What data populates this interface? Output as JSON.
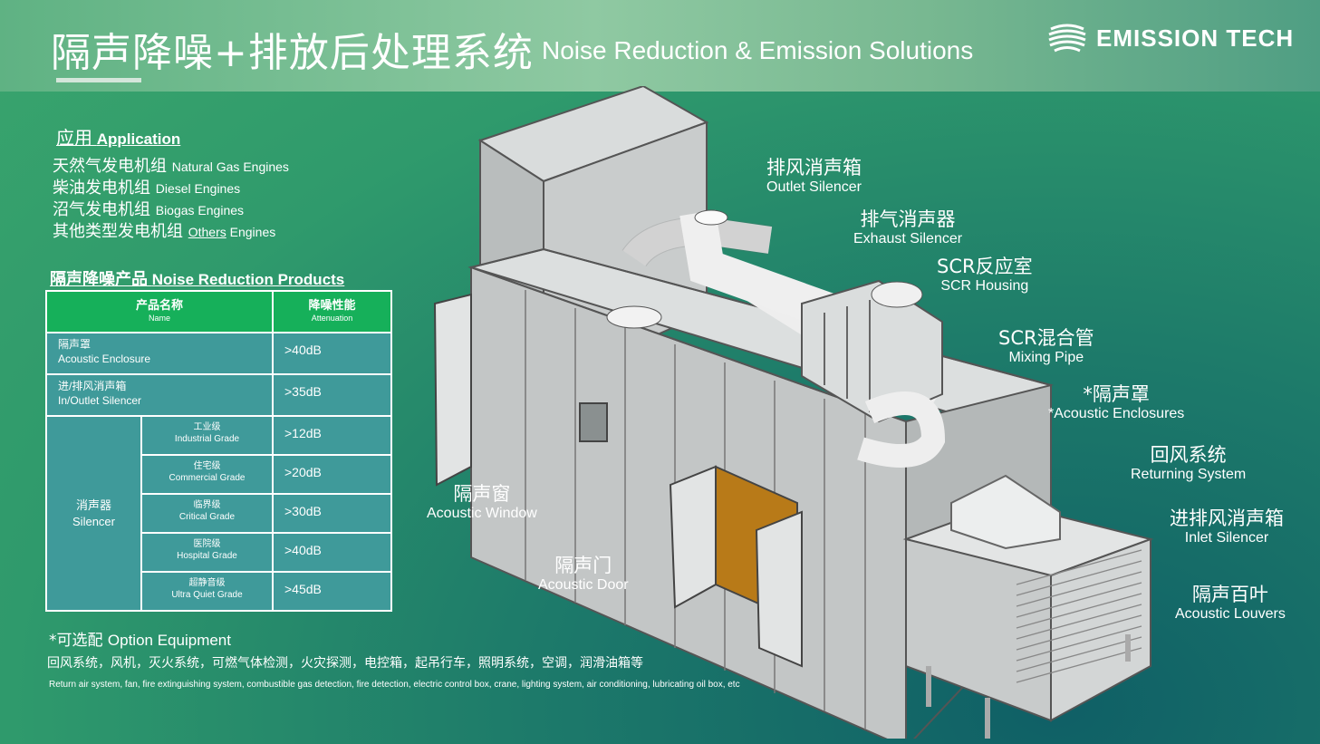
{
  "header": {
    "title_cn": "隔声降噪+排放后处理系统",
    "title_en": "Noise Reduction & Emission Solutions",
    "logo_text": "EMISSION TECH"
  },
  "application": {
    "heading_cn": "应用",
    "heading_en": "Application",
    "items": [
      {
        "cn": "天然气发电机组",
        "en": "Natural Gas Engines"
      },
      {
        "cn": "柴油发电机组",
        "en": "Diesel Engines"
      },
      {
        "cn": "沼气发电机组",
        "en": "Biogas Engines"
      },
      {
        "cn": "其他类型发电机组",
        "en_u": "Others",
        "en": "Engines"
      }
    ]
  },
  "products": {
    "heading_cn": "隔声降噪产品",
    "heading_en": "Noise Reduction Products",
    "col_name_cn": "产品名称",
    "col_name_en": "Name",
    "col_att_cn": "降噪性能",
    "col_att_en": "Attenuation",
    "rows": [
      {
        "cn": "隔声罩",
        "en": "Acoustic Enclosure",
        "value": ">40dB"
      },
      {
        "cn": "进/排风消声箱",
        "en": "In/Outlet Silencer",
        "value": ">35dB"
      }
    ],
    "silencer": {
      "cn": "消声器",
      "en": "Silencer",
      "grades": [
        {
          "cn": "工业级",
          "en": "Industrial Grade",
          "value": ">12dB"
        },
        {
          "cn": "住宅级",
          "en": "Commercial Grade",
          "value": ">20dB"
        },
        {
          "cn": "临界级",
          "en": "Critical Grade",
          "value": ">30dB"
        },
        {
          "cn": "医院级",
          "en": "Hospital Grade",
          "value": ">40dB"
        },
        {
          "cn": "超静音级",
          "en": "Ultra Quiet Grade",
          "value": ">45dB"
        }
      ]
    }
  },
  "options": {
    "title_cn": "*可选配",
    "title_en": "Option Equipment",
    "list_cn": "回风系统，风机，灭火系统，可燃气体检测，火灾探测，电控箱，起吊行车，照明系统，空调，润滑油箱等",
    "list_en": "Return air system, fan, fire extinguishing system, combustible gas detection, fire detection, electric control box, crane, lighting system, air conditioning, lubricating oil box, etc"
  },
  "labels": {
    "outlet_silencer": {
      "cn": "排风消声箱",
      "en": "Outlet Silencer"
    },
    "exhaust_silencer": {
      "cn": "排气消声器",
      "en": "Exhaust Silencer"
    },
    "scr_housing": {
      "cn": "SCR反应室",
      "en": "SCR Housing"
    },
    "mixing_pipe": {
      "cn": "SCR混合管",
      "en": "Mixing Pipe"
    },
    "acoustic_enclosures": {
      "cn": "*隔声罩",
      "en": "*Acoustic Enclosures"
    },
    "returning_system": {
      "cn": "回风系统",
      "en": "Returning System"
    },
    "inlet_silencer": {
      "cn": "进排风消声箱",
      "en": "Inlet Silencer"
    },
    "acoustic_louvers": {
      "cn": "隔声百叶",
      "en": "Acoustic Louvers"
    },
    "acoustic_window": {
      "cn": "隔声窗",
      "en": "Acoustic Window"
    },
    "acoustic_door": {
      "cn": "隔声门",
      "en": "Acoustic Door"
    }
  },
  "colors": {
    "table_header": "#16b05a",
    "table_cell": "#3f9a9a",
    "background": "#2f9a6c"
  }
}
